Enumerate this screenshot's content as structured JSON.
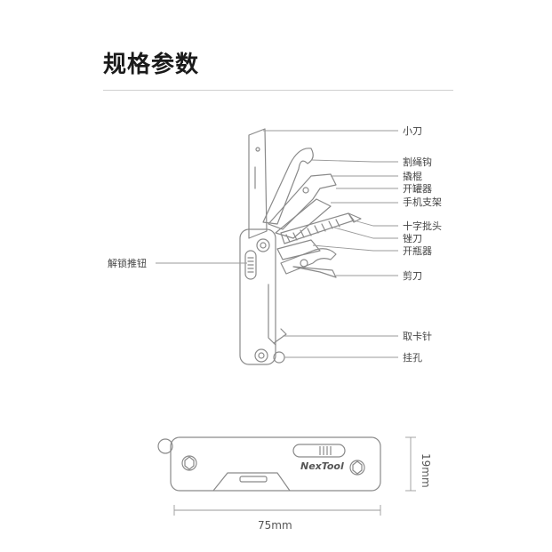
{
  "page": {
    "title": "规格参数"
  },
  "labels": {
    "knife": "小刀",
    "rope_cutter": "割绳钩",
    "pry_bar": "撬棍",
    "can_opener": "开罐器",
    "phone_stand": "手机支架",
    "phillips_bit": "十字批头",
    "saw": "锉刀",
    "bottle_opener": "开瓶器",
    "scissors": "剪刀",
    "sim_pin": "取卡针",
    "hanging_hole": "挂孔",
    "unlock_slider": "解锁推钮"
  },
  "brand": {
    "logo_text": "NexTool"
  },
  "dimensions": {
    "width": "75mm",
    "height": "19mm"
  },
  "colors": {
    "line": "#8a8a8a",
    "label_line": "#9a9a9a",
    "text": "#444444"
  }
}
